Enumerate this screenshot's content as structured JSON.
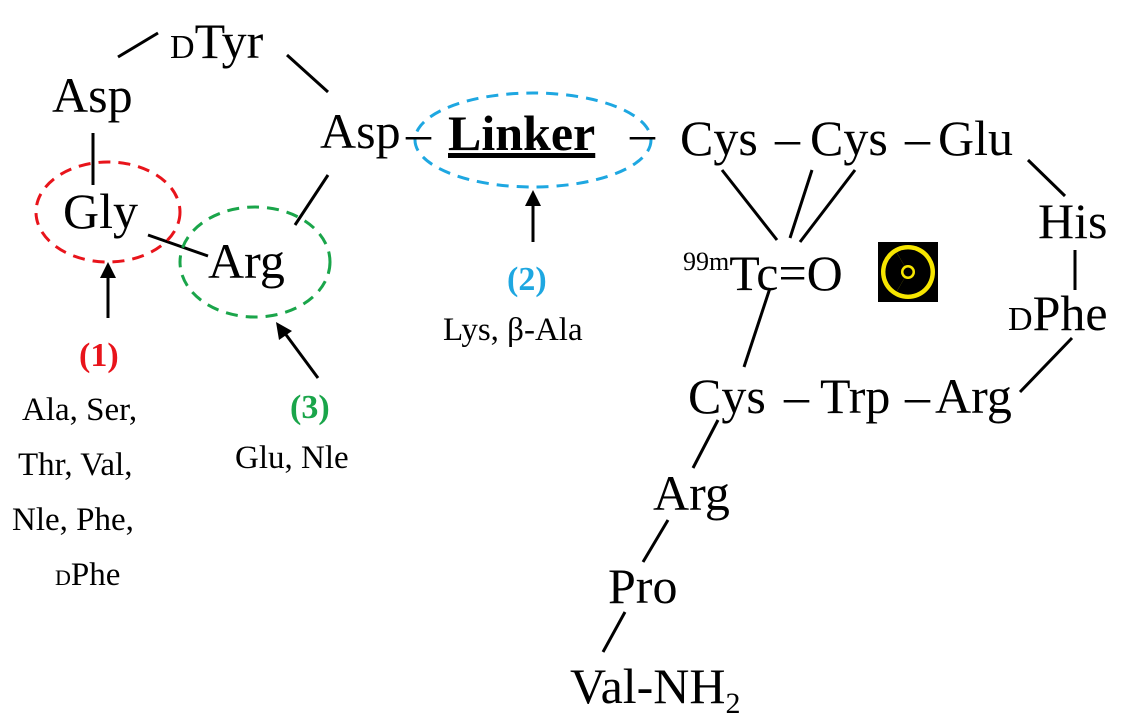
{
  "residues": {
    "asp1": "Asp",
    "dtyr_prefix": "D",
    "dtyr": "Tyr",
    "gly": "Gly",
    "arg1": "Arg",
    "asp2": "Asp",
    "dash1": "–",
    "linker": "Linker",
    "dash2": "–",
    "cys1": "Cys",
    "dash3": "–",
    "cys2": "Cys",
    "dash4": "–",
    "glu": "Glu",
    "his": "His",
    "dphe_prefix": "D",
    "dphe": "Phe",
    "tc_sup": "99m",
    "tc": "Tc=O",
    "cys3": "Cys",
    "dash5": "–",
    "trp": "Trp",
    "dash6": "–",
    "arg2": "Arg",
    "arg3": "Arg",
    "pro": "Pro",
    "val": "Val-NH",
    "val_sub": "2"
  },
  "labels": {
    "label1": "(1)",
    "label1_lines": [
      "Ala, Ser,",
      "Thr, Val,",
      "Nle, Phe,"
    ],
    "label1_dphe_prefix": "D",
    "label1_dphe": "Phe",
    "label2": "(2)",
    "label2_line": "Lys, β-Ala",
    "label3": "(3)",
    "label3_line": "Glu, Nle"
  },
  "colors": {
    "red": "#e8141b",
    "blue": "#1ea7e1",
    "green": "#1aa54a",
    "radiation_yellow": "#f7e600"
  },
  "icons": {
    "radiation": "radiation-icon"
  }
}
